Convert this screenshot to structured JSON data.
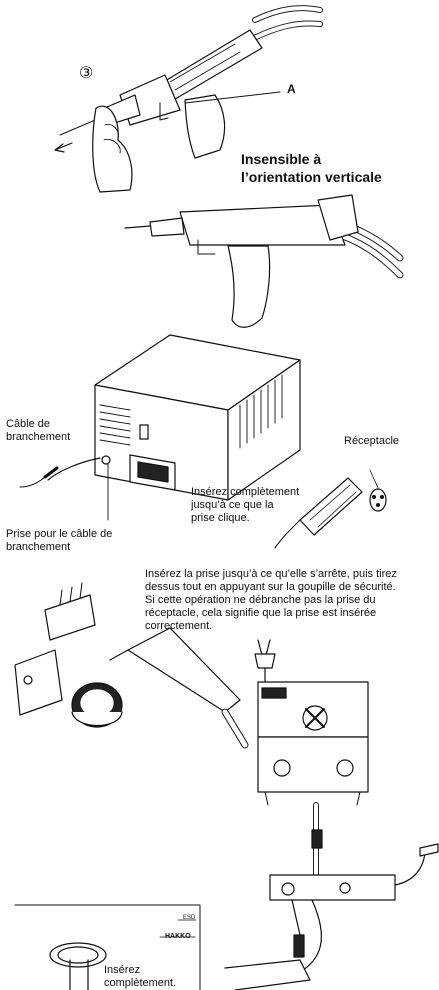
{
  "step_marker": "③",
  "callout_a": "A",
  "heading": "Insensible à\nl’orientation verticale",
  "station": {
    "cable_label": "Câble de\nbranchement",
    "jack_label": "Prise pour le câble de\nbranchement",
    "receptacle_label": "Réceptacle",
    "insert_label": "Insérez complètement\njusqu’à ce que la\nprise clique."
  },
  "instruction": "Insérez la prise jusqu’à ce qu’elle s’arrête, puis tirez\ndessus tout en appuyant sur la goupille de sécurité.\nSi cette opération ne débranche pas la prise du\nréceptacle, cela signifie que la prise est insérée\ncorrectement.",
  "bottom_insert_label": "Insérez\ncomplètement.",
  "logo_text": "HAKKO",
  "esd_text": "ESD"
}
